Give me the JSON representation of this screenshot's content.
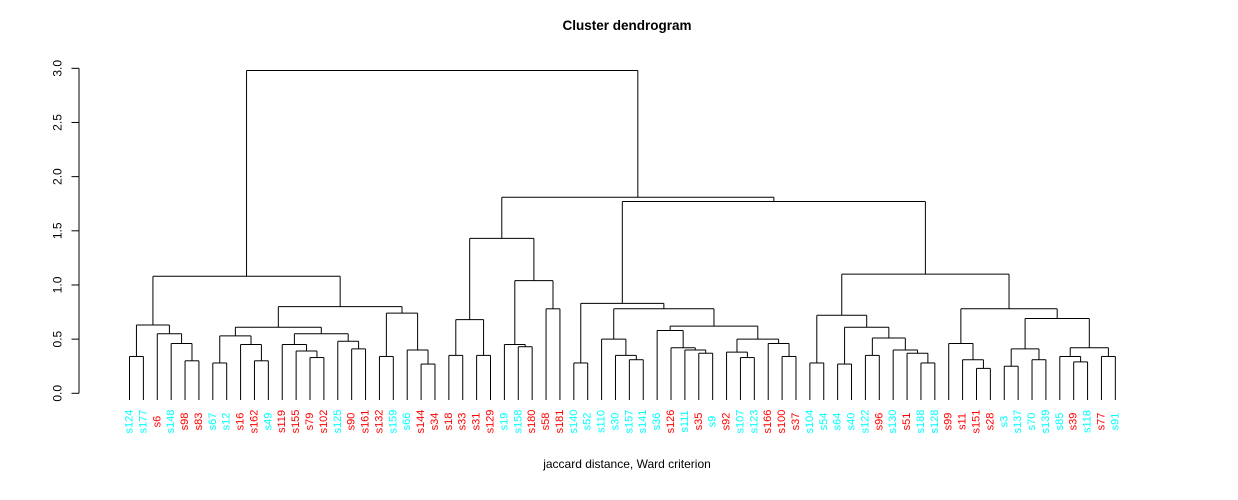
{
  "chart_data": {
    "type": "dendrogram",
    "title": "Cluster dendrogram",
    "xlabel": "jaccard distance, Ward criterion",
    "ylabel": "",
    "ylim": [
      0,
      3
    ],
    "yticks": [
      "0.0",
      "0.5",
      "1.0",
      "1.5",
      "2.0",
      "2.5",
      "3.0"
    ],
    "legend": "none",
    "grid": "off",
    "line_color": "#000000",
    "label_colors": {
      "cyan": "#00FFFF",
      "red": "#FF0000"
    },
    "leaves": [
      {
        "label": "s124",
        "color": "cyan"
      },
      {
        "label": "s177",
        "color": "cyan"
      },
      {
        "label": "s6",
        "color": "red"
      },
      {
        "label": "s148",
        "color": "cyan"
      },
      {
        "label": "s98",
        "color": "red"
      },
      {
        "label": "s83",
        "color": "red"
      },
      {
        "label": "s67",
        "color": "cyan"
      },
      {
        "label": "s12",
        "color": "cyan"
      },
      {
        "label": "s16",
        "color": "red"
      },
      {
        "label": "s162",
        "color": "red"
      },
      {
        "label": "s49",
        "color": "cyan"
      },
      {
        "label": "s119",
        "color": "red"
      },
      {
        "label": "s155",
        "color": "red"
      },
      {
        "label": "s79",
        "color": "red"
      },
      {
        "label": "s102",
        "color": "red"
      },
      {
        "label": "s125",
        "color": "cyan"
      },
      {
        "label": "s90",
        "color": "red"
      },
      {
        "label": "s161",
        "color": "red"
      },
      {
        "label": "s132",
        "color": "red"
      },
      {
        "label": "s159",
        "color": "cyan"
      },
      {
        "label": "s66",
        "color": "cyan"
      },
      {
        "label": "s144",
        "color": "red"
      },
      {
        "label": "s34",
        "color": "red"
      },
      {
        "label": "s18",
        "color": "red"
      },
      {
        "label": "s33",
        "color": "red"
      },
      {
        "label": "s31",
        "color": "red"
      },
      {
        "label": "s129",
        "color": "red"
      },
      {
        "label": "s19",
        "color": "cyan"
      },
      {
        "label": "s158",
        "color": "cyan"
      },
      {
        "label": "s180",
        "color": "red"
      },
      {
        "label": "s58",
        "color": "red"
      },
      {
        "label": "s181",
        "color": "red"
      },
      {
        "label": "s140",
        "color": "cyan"
      },
      {
        "label": "s52",
        "color": "cyan"
      },
      {
        "label": "s110",
        "color": "cyan"
      },
      {
        "label": "s30",
        "color": "cyan"
      },
      {
        "label": "s157",
        "color": "cyan"
      },
      {
        "label": "s141",
        "color": "cyan"
      },
      {
        "label": "s36",
        "color": "cyan"
      },
      {
        "label": "s126",
        "color": "red"
      },
      {
        "label": "s111",
        "color": "cyan"
      },
      {
        "label": "s35",
        "color": "red"
      },
      {
        "label": "s9",
        "color": "cyan"
      },
      {
        "label": "s92",
        "color": "red"
      },
      {
        "label": "s107",
        "color": "cyan"
      },
      {
        "label": "s123",
        "color": "cyan"
      },
      {
        "label": "s166",
        "color": "red"
      },
      {
        "label": "s100",
        "color": "red"
      },
      {
        "label": "s37",
        "color": "red"
      },
      {
        "label": "s104",
        "color": "cyan"
      },
      {
        "label": "s54",
        "color": "cyan"
      },
      {
        "label": "s64",
        "color": "cyan"
      },
      {
        "label": "s40",
        "color": "cyan"
      },
      {
        "label": "s122",
        "color": "cyan"
      },
      {
        "label": "s96",
        "color": "red"
      },
      {
        "label": "s130",
        "color": "cyan"
      },
      {
        "label": "s51",
        "color": "red"
      },
      {
        "label": "s188",
        "color": "cyan"
      },
      {
        "label": "s128",
        "color": "cyan"
      },
      {
        "label": "s99",
        "color": "red"
      },
      {
        "label": "s11",
        "color": "red"
      },
      {
        "label": "s151",
        "color": "red"
      },
      {
        "label": "s28",
        "color": "red"
      },
      {
        "label": "s3",
        "color": "cyan"
      },
      {
        "label": "s137",
        "color": "cyan"
      },
      {
        "label": "s70",
        "color": "cyan"
      },
      {
        "label": "s139",
        "color": "cyan"
      },
      {
        "label": "s85",
        "color": "cyan"
      },
      {
        "label": "s39",
        "color": "red"
      },
      {
        "label": "s118",
        "color": "cyan"
      },
      {
        "label": "s77",
        "color": "red"
      },
      {
        "label": "s91",
        "color": "cyan"
      }
    ],
    "tree": {
      "h": 2.98,
      "c": [
        {
          "h": 1.08,
          "c": [
            {
              "h": 0.63,
              "c": [
                {
                  "h": 0.34,
                  "c": [
                    "s124",
                    "s177"
                  ]
                },
                {
                  "h": 0.55,
                  "c": [
                    "s6",
                    {
                      "h": 0.46,
                      "c": [
                        "s148",
                        {
                          "h": 0.3,
                          "c": [
                            "s98",
                            "s83"
                          ]
                        }
                      ]
                    }
                  ]
                }
              ]
            },
            {
              "h": 0.8,
              "c": [
                {
                  "h": 0.61,
                  "c": [
                    {
                      "h": 0.53,
                      "c": [
                        {
                          "h": 0.28,
                          "c": [
                            "s67",
                            "s12"
                          ]
                        },
                        {
                          "h": 0.45,
                          "c": [
                            "s16",
                            {
                              "h": 0.3,
                              "c": [
                                "s162",
                                "s49"
                              ]
                            }
                          ]
                        }
                      ]
                    },
                    {
                      "h": 0.55,
                      "c": [
                        {
                          "h": 0.45,
                          "c": [
                            "s119",
                            {
                              "h": 0.39,
                              "c": [
                                "s155",
                                {
                                  "h": 0.33,
                                  "c": [
                                    "s79",
                                    "s102"
                                  ]
                                }
                              ]
                            }
                          ]
                        },
                        {
                          "h": 0.48,
                          "c": [
                            "s125",
                            {
                              "h": 0.41,
                              "c": [
                                "s90",
                                "s161"
                              ]
                            }
                          ]
                        }
                      ]
                    }
                  ]
                },
                {
                  "h": 0.74,
                  "c": [
                    {
                      "h": 0.34,
                      "c": [
                        "s132",
                        "s159"
                      ]
                    },
                    {
                      "h": 0.4,
                      "c": [
                        "s66",
                        {
                          "h": 0.27,
                          "c": [
                            "s144",
                            "s34"
                          ]
                        }
                      ]
                    }
                  ]
                }
              ]
            }
          ]
        },
        {
          "h": 1.81,
          "c": [
            {
              "h": 1.43,
              "c": [
                {
                  "h": 0.68,
                  "c": [
                    {
                      "h": 0.35,
                      "c": [
                        "s18",
                        "s33"
                      ]
                    },
                    {
                      "h": 0.35,
                      "c": [
                        "s31",
                        "s129"
                      ]
                    }
                  ]
                },
                {
                  "h": 1.04,
                  "c": [
                    {
                      "h": 0.45,
                      "c": [
                        "s19",
                        {
                          "h": 0.43,
                          "c": [
                            "s158",
                            "s180"
                          ]
                        }
                      ]
                    },
                    {
                      "h": 0.78,
                      "c": [
                        "s58",
                        "s181"
                      ]
                    }
                  ]
                }
              ]
            },
            {
              "h": 1.77,
              "c": [
                {
                  "h": 0.83,
                  "c": [
                    {
                      "h": 0.28,
                      "c": [
                        "s140",
                        "s52"
                      ]
                    },
                    {
                      "h": 0.78,
                      "c": [
                        {
                          "h": 0.5,
                          "c": [
                            "s110",
                            {
                              "h": 0.35,
                              "c": [
                                "s30",
                                {
                                  "h": 0.31,
                                  "c": [
                                    "s157",
                                    "s141"
                                  ]
                                }
                              ]
                            }
                          ]
                        },
                        {
                          "h": 0.62,
                          "c": [
                            {
                              "h": 0.58,
                              "c": [
                                "s36",
                                {
                                  "h": 0.42,
                                  "c": [
                                    "s126",
                                    {
                                      "h": 0.4,
                                      "c": [
                                        "s111",
                                        {
                                          "h": 0.37,
                                          "c": [
                                            "s35",
                                            "s9"
                                          ]
                                        }
                                      ]
                                    }
                                  ]
                                }
                              ]
                            },
                            {
                              "h": 0.5,
                              "c": [
                                {
                                  "h": 0.38,
                                  "c": [
                                    "s92",
                                    {
                                      "h": 0.33,
                                      "c": [
                                        "s107",
                                        "s123"
                                      ]
                                    }
                                  ]
                                },
                                {
                                  "h": 0.46,
                                  "c": [
                                    "s166",
                                    {
                                      "h": 0.34,
                                      "c": [
                                        "s100",
                                        "s37"
                                      ]
                                    }
                                  ]
                                }
                              ]
                            }
                          ]
                        }
                      ]
                    }
                  ]
                },
                {
                  "h": 1.1,
                  "c": [
                    {
                      "h": 0.72,
                      "c": [
                        {
                          "h": 0.28,
                          "c": [
                            "s104",
                            "s54"
                          ]
                        },
                        {
                          "h": 0.61,
                          "c": [
                            {
                              "h": 0.27,
                              "c": [
                                "s64",
                                "s40"
                              ]
                            },
                            {
                              "h": 0.51,
                              "c": [
                                {
                                  "h": 0.35,
                                  "c": [
                                    "s122",
                                    "s96"
                                  ]
                                },
                                {
                                  "h": 0.4,
                                  "c": [
                                    "s130",
                                    {
                                      "h": 0.37,
                                      "c": [
                                        "s51",
                                        {
                                          "h": 0.28,
                                          "c": [
                                            "s188",
                                            "s128"
                                          ]
                                        }
                                      ]
                                    }
                                  ]
                                }
                              ]
                            }
                          ]
                        }
                      ]
                    },
                    {
                      "h": 0.78,
                      "c": [
                        {
                          "h": 0.46,
                          "c": [
                            "s99",
                            {
                              "h": 0.31,
                              "c": [
                                "s11",
                                {
                                  "h": 0.23,
                                  "c": [
                                    "s151",
                                    "s28"
                                  ]
                                }
                              ]
                            }
                          ]
                        },
                        {
                          "h": 0.69,
                          "c": [
                            {
                              "h": 0.41,
                              "c": [
                                {
                                  "h": 0.25,
                                  "c": [
                                    "s3",
                                    "s137"
                                  ]
                                },
                                {
                                  "h": 0.31,
                                  "c": [
                                    "s70",
                                    "s139"
                                  ]
                                }
                              ]
                            },
                            {
                              "h": 0.42,
                              "c": [
                                {
                                  "h": 0.34,
                                  "c": [
                                    "s85",
                                    {
                                      "h": 0.29,
                                      "c": [
                                        "s39",
                                        "s118"
                                      ]
                                    }
                                  ]
                                },
                                {
                                  "h": 0.34,
                                  "c": [
                                    "s77",
                                    "s91"
                                  ]
                                }
                              ]
                            }
                          ]
                        }
                      ]
                    }
                  ]
                }
              ]
            }
          ]
        }
      ]
    }
  }
}
